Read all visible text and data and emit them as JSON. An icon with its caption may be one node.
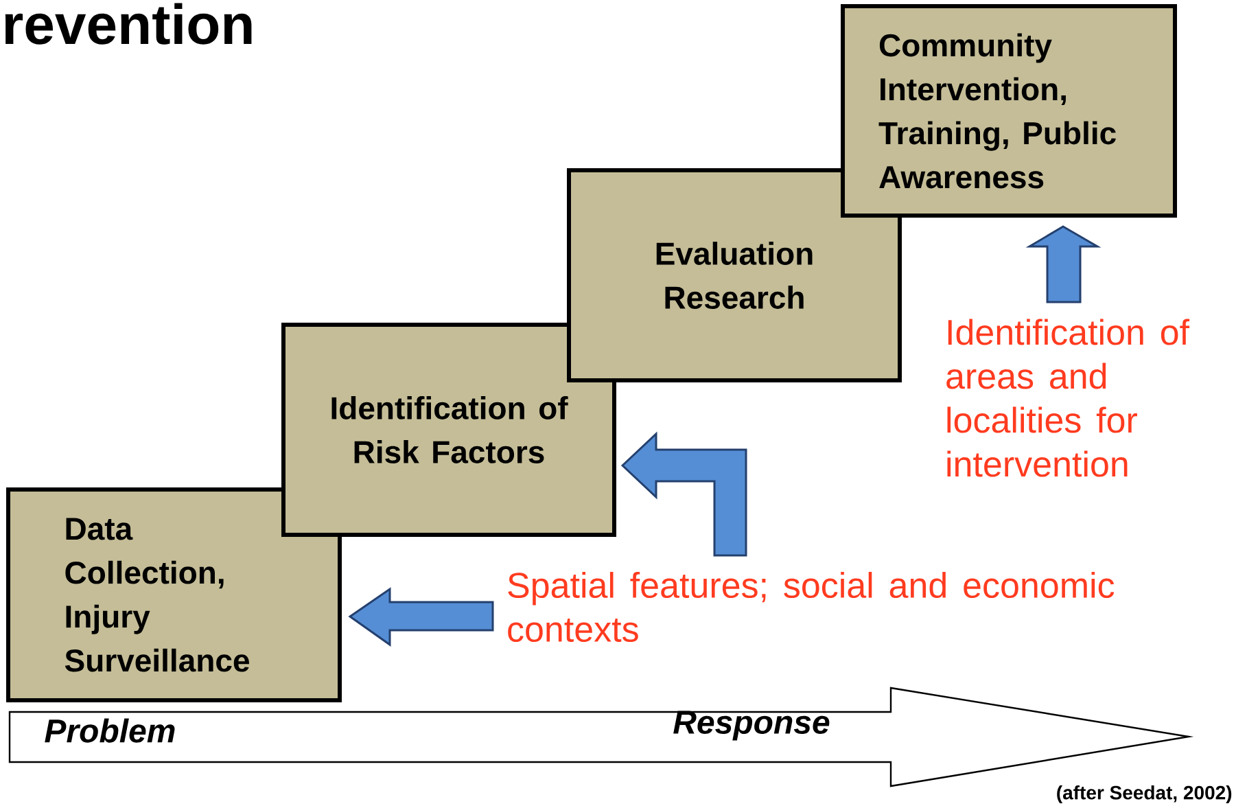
{
  "diagram": {
    "title": "revention",
    "nodes": [
      {
        "text": [
          "Data Collection, Injury Surveillance"
        ]
      },
      {
        "text": [
          "Identification of Risk Factors"
        ]
      },
      {
        "text": [
          "Evaluation Research"
        ]
      },
      {
        "text": [
          "Community Intervention, Training, Public Awareness"
        ]
      },
      {
        "text": [
          "Spatial features; social and economic contexts"
        ]
      },
      {
        "text": [
          "Identification of areas and localities for intervention"
        ]
      }
    ],
    "edges": [
      {
        "from": 4,
        "to": 0,
        "arrow": "to"
      },
      {
        "from": 4,
        "to": 1,
        "arrow": "to"
      },
      {
        "from": 5,
        "to": 3,
        "arrow": "to"
      }
    ],
    "labels": [
      "Problem",
      "Response",
      "(after Seedat, 2002)"
    ]
  }
}
